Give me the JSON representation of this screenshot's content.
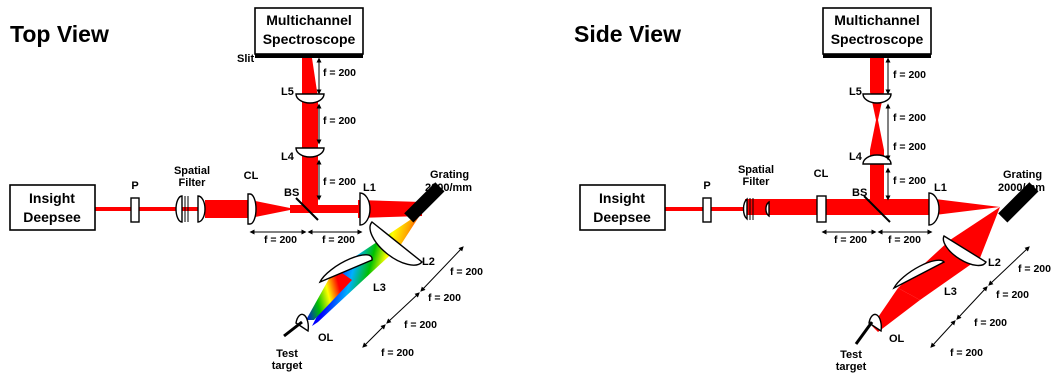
{
  "top_view": {
    "title": "Top View",
    "laser": [
      "Insight",
      "Deepsee"
    ],
    "spectroscope": [
      "Multichannel",
      "Spectroscope"
    ],
    "slit": "Slit",
    "p": "P",
    "spatial_filter": [
      "Spatial",
      "Filter"
    ],
    "cl": "CL",
    "bs": "BS",
    "l1": "L1",
    "l2": "L2",
    "l3": "L3",
    "l4": "L4",
    "l5": "L5",
    "ol": "OL",
    "grating": [
      "Grating",
      "2000/mm"
    ],
    "test_target": [
      "Test",
      "target"
    ],
    "focal": "f = 200"
  },
  "side_view": {
    "title": "Side View",
    "laser": [
      "Insight",
      "Deepsee"
    ],
    "spectroscope": [
      "Multichannel",
      "Spectroscope"
    ],
    "p": "P",
    "spatial_filter": [
      "Spatial",
      "Filter"
    ],
    "cl": "CL",
    "bs": "BS",
    "l1": "L1",
    "l2": "L2",
    "l3": "L3",
    "l4": "L4",
    "l5": "L5",
    "ol": "OL",
    "grating": [
      "Grating",
      "2000/mm"
    ],
    "test_target": [
      "Test",
      "target"
    ],
    "focal": "f = 200"
  },
  "colors": {
    "beam": "#ff0000",
    "spectrum": [
      "#ff0000",
      "#ffa500",
      "#ffff00",
      "#00c000",
      "#00b0ff",
      "#0000ff",
      "#8a2be2"
    ]
  }
}
